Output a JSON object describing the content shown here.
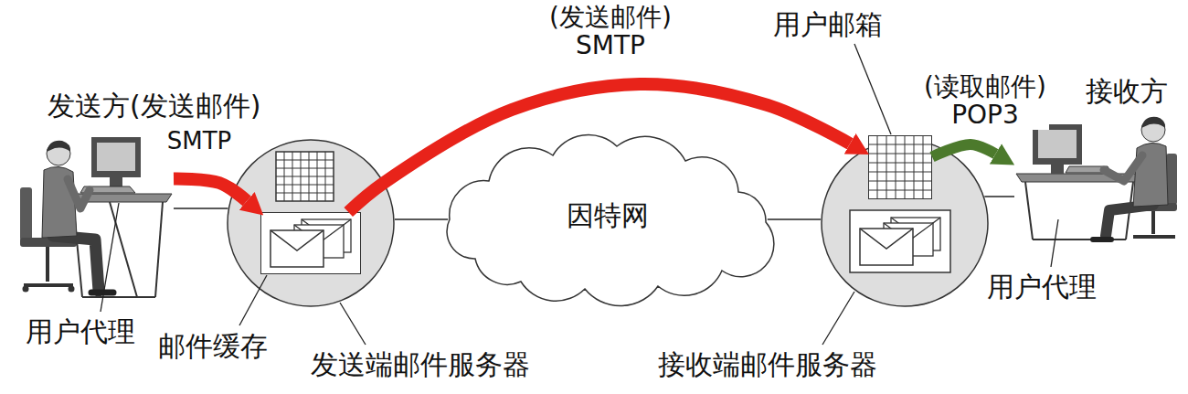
{
  "diagram": {
    "nodes": [
      {
        "text": [
          "发送方(发送邮件)"
        ]
      },
      {
        "text": [
          "发送端邮件服务器"
        ]
      },
      {
        "text": [
          "邮件缓存"
        ],
        "in": 1
      },
      {
        "text": [
          "因特网"
        ]
      },
      {
        "text": [
          "接收端邮件服务器"
        ]
      },
      {
        "text": [
          "用户邮箱"
        ],
        "in": 4
      },
      {
        "text": [
          "接收方"
        ]
      }
    ],
    "edges": [
      {
        "from": 0,
        "to": 2,
        "arrow": "to",
        "label": "SMTP"
      },
      {
        "from": 2,
        "to": 5,
        "arrow": "to",
        "label": "(发送邮件) SMTP"
      },
      {
        "from": 5,
        "to": 6,
        "arrow": "to",
        "label": "(读取邮件) POP3"
      },
      {
        "from": 0,
        "to": 1,
        "arrow": "none"
      },
      {
        "from": 1,
        "to": 3,
        "arrow": "none"
      },
      {
        "from": 3,
        "to": 4,
        "arrow": "none"
      },
      {
        "from": 4,
        "to": 6,
        "arrow": "none"
      }
    ],
    "labels": [
      "用户代理",
      "用户代理"
    ]
  }
}
